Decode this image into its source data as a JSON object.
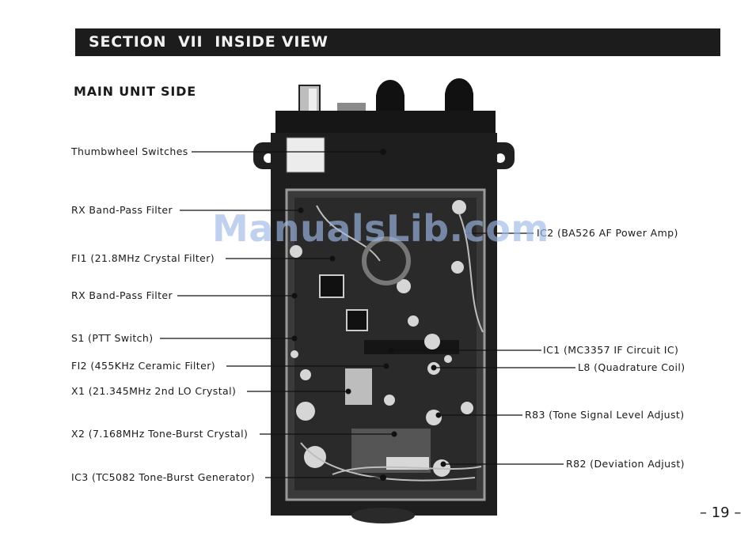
{
  "section_title": "SECTION  VII  INSIDE VIEW",
  "subheading": "MAIN UNIT SIDE",
  "watermark": "ManualsLib.com",
  "page_number": "– 19 –",
  "labels_left": [
    "Thumbwheel Switches",
    "RX Band-Pass Filter",
    "FI1 (21.8MHz Crystal Filter)",
    "RX Band-Pass Filter",
    "S1 (PTT Switch)",
    "FI2 (455KHz Ceramic Filter)",
    "X1 (21.345MHz 2nd LO Crystal)",
    "X2 (7.168MHz Tone-Burst Crystal)",
    "IC3 (TC5082 Tone-Burst Generator)"
  ],
  "labels_right": [
    "IC2 (BA526 AF Power Amp)",
    "IC1 (MC3357 IF Circuit IC)",
    "L8 (Quadrature Coil)",
    "R83 (Tone Signal Level Adjust)",
    "R82 (Deviation Adjust)"
  ]
}
